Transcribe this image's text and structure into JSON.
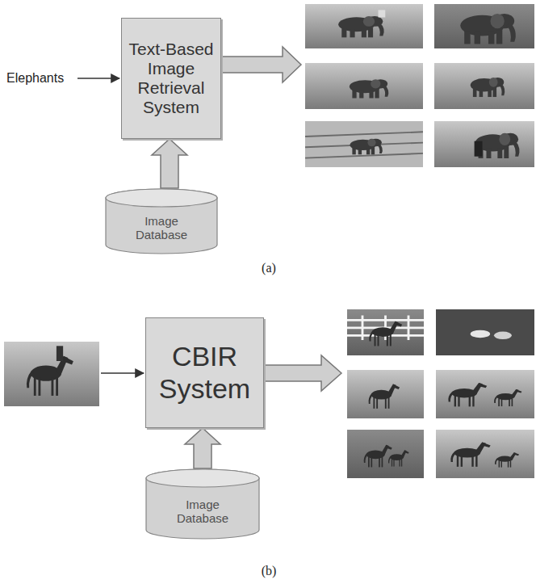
{
  "diagram": {
    "nodes": [
      {
        "text": [
          "Text-Based Image Retrieval System"
        ]
      },
      {
        "text": [
          "Image Database"
        ]
      },
      {
        "text": [
          "CBIR System"
        ]
      },
      {
        "text": [
          "Image Database"
        ]
      }
    ],
    "edges": [
      {
        "from": 1,
        "to": 0,
        "arrow": "to"
      },
      {
        "from": 3,
        "to": 2,
        "arrow": "to"
      }
    ],
    "labels": [
      "Elephants",
      "(a)",
      "(b)"
    ]
  }
}
